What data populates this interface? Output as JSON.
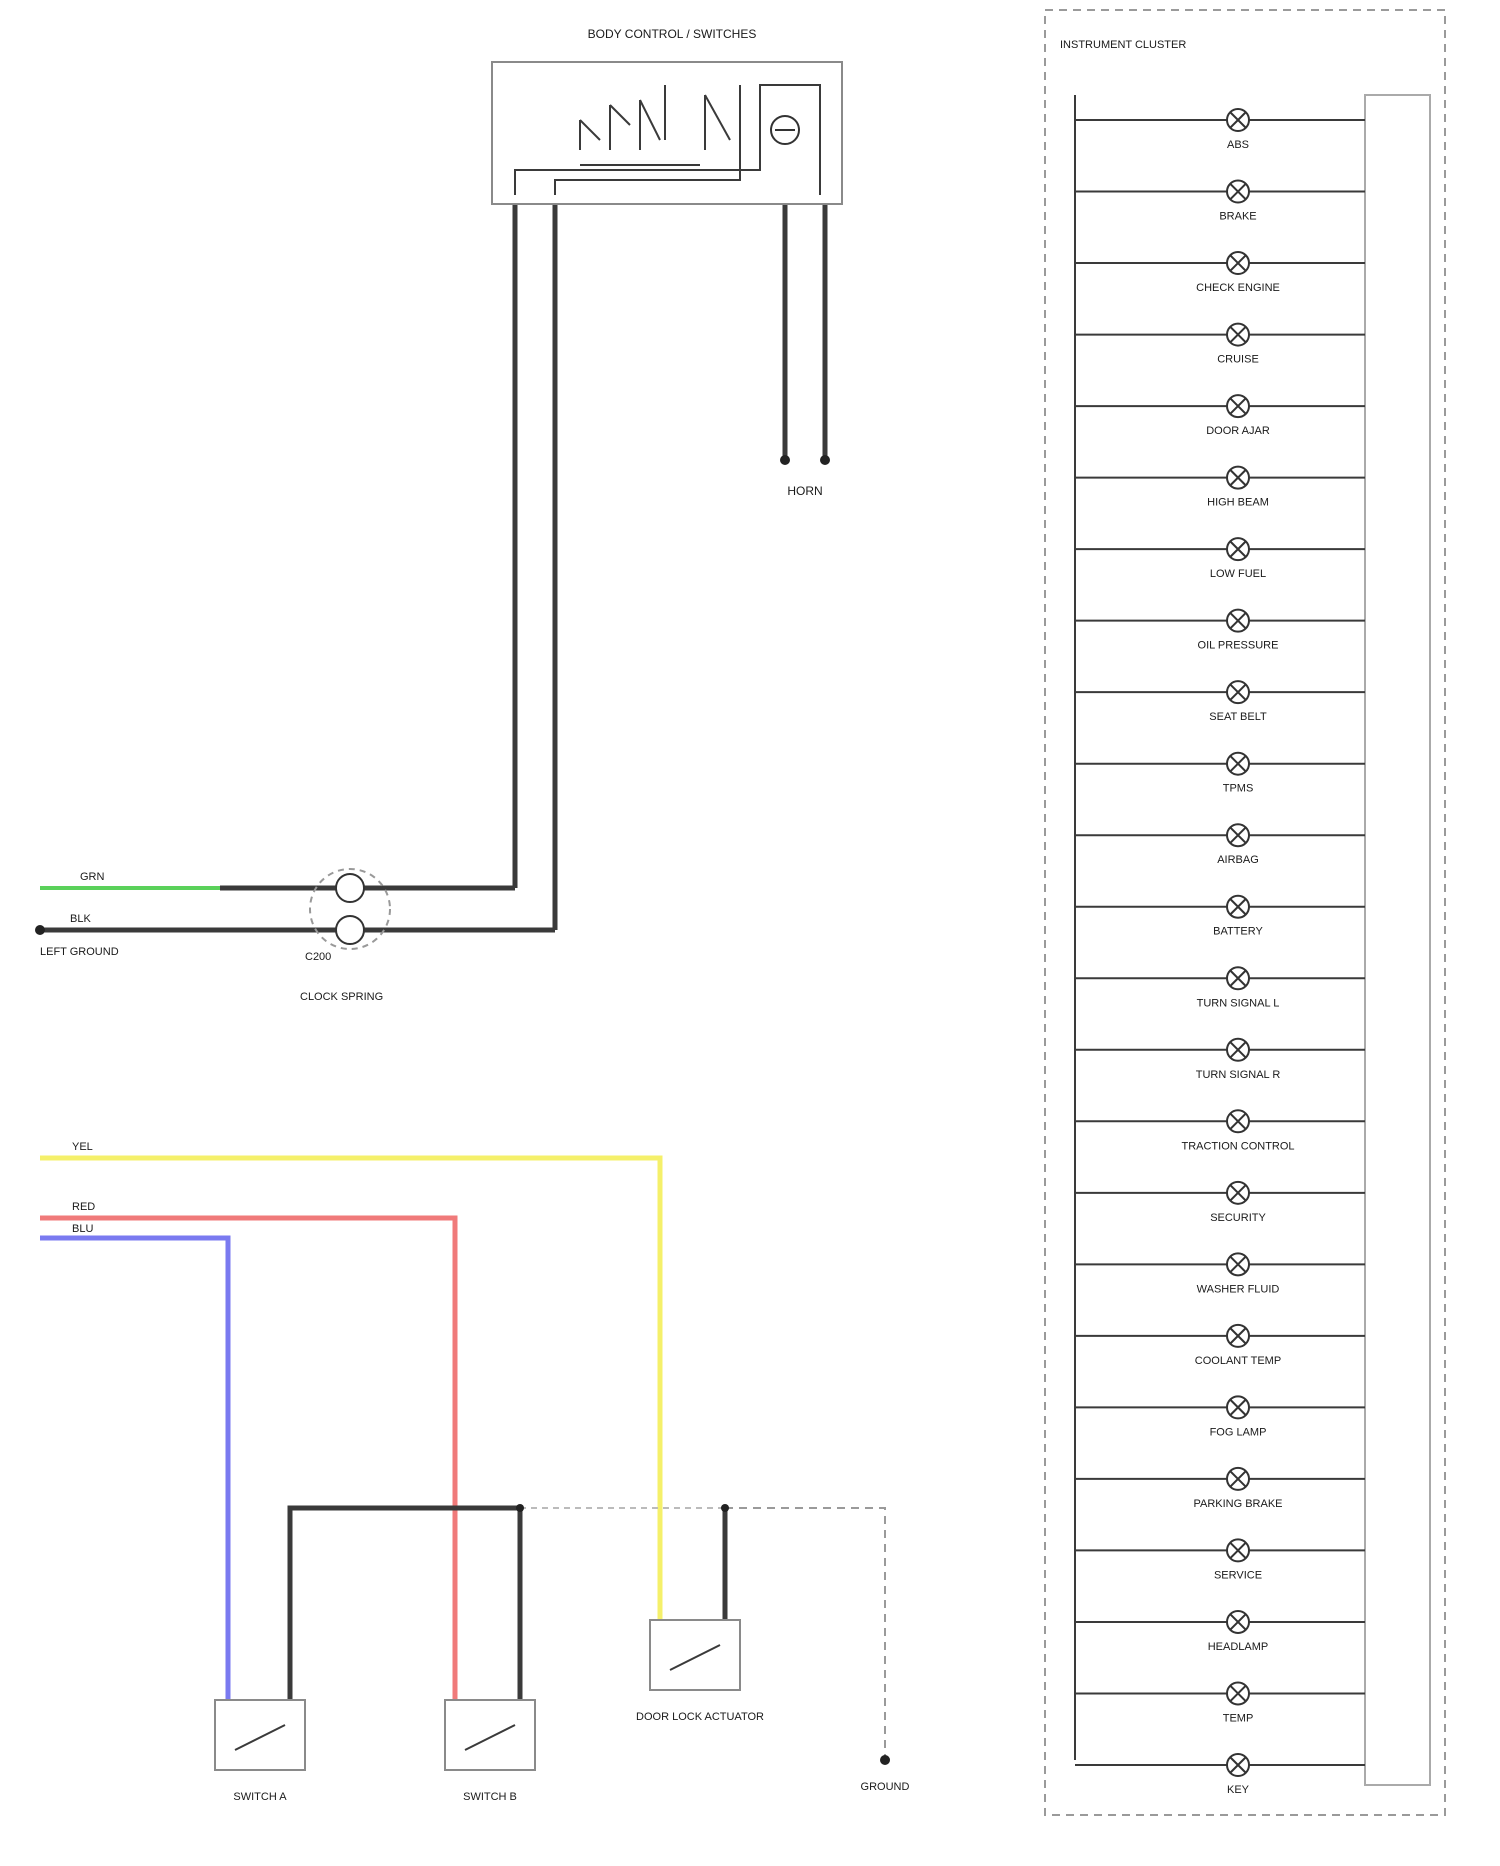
{
  "diagram": {
    "steering_switch": {
      "title": "BODY CONTROL / SWITCHES"
    },
    "horn": {
      "label": "HORN"
    },
    "splices": {
      "fill_connector": "C200",
      "clock_spring": "CLOCK SPRING"
    },
    "left_ground": {
      "label": "LEFT GROUND"
    },
    "wire_codes": {
      "green": "GRN",
      "black": "BLK",
      "yellow": "YEL",
      "red": "RED",
      "blue": "BLU"
    },
    "bottom_devices": [
      {
        "label": "SWITCH A"
      },
      {
        "label": "SWITCH B"
      },
      {
        "label": "DOOR LOCK ACTUATOR"
      },
      {
        "label": "GROUND"
      }
    ],
    "instrument_cluster": {
      "title": "INSTRUMENT CLUSTER",
      "indicators": [
        {
          "label": "ABS"
        },
        {
          "label": "BRAKE"
        },
        {
          "label": "CHECK ENGINE"
        },
        {
          "label": "CRUISE"
        },
        {
          "label": "DOOR AJAR"
        },
        {
          "label": "HIGH BEAM"
        },
        {
          "label": "LOW FUEL"
        },
        {
          "label": "OIL PRESSURE"
        },
        {
          "label": "SEAT BELT"
        },
        {
          "label": "TPMS"
        },
        {
          "label": "AIRBAG"
        },
        {
          "label": "BATTERY"
        },
        {
          "label": "TURN SIGNAL L"
        },
        {
          "label": "TURN SIGNAL R"
        },
        {
          "label": "TRACTION CONTROL"
        },
        {
          "label": "SECURITY"
        },
        {
          "label": "WASHER FLUID"
        },
        {
          "label": "COOLANT TEMP"
        },
        {
          "label": "FOG LAMP"
        },
        {
          "label": "PARKING BRAKE"
        },
        {
          "label": "SERVICE"
        },
        {
          "label": "HEADLAMP"
        },
        {
          "label": "TEMP"
        },
        {
          "label": "KEY"
        }
      ]
    }
  }
}
